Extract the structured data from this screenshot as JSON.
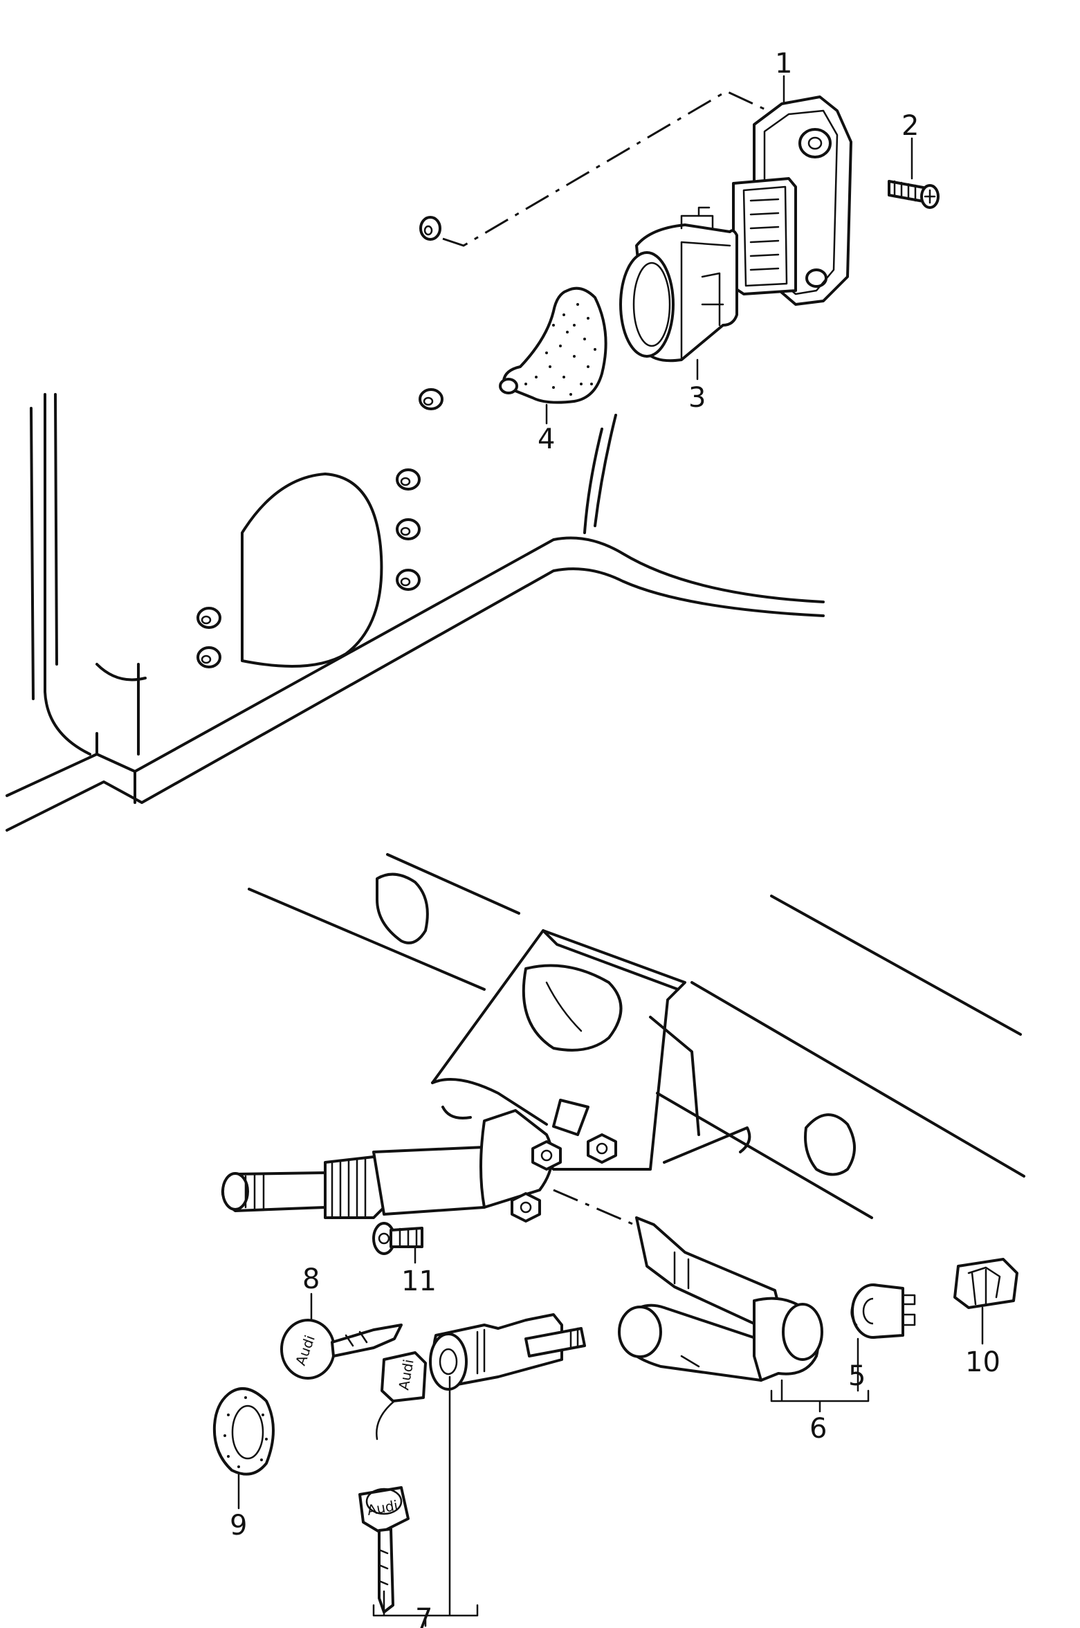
{
  "callouts": [
    {
      "id": "1",
      "label": "1"
    },
    {
      "id": "2",
      "label": "2"
    },
    {
      "id": "3",
      "label": "3"
    },
    {
      "id": "4",
      "label": "4"
    },
    {
      "id": "5",
      "label": "5"
    },
    {
      "id": "6",
      "label": "6"
    },
    {
      "id": "7",
      "label": "7"
    },
    {
      "id": "8",
      "label": "8"
    },
    {
      "id": "9",
      "label": "9"
    },
    {
      "id": "10",
      "label": "10"
    },
    {
      "id": "11",
      "label": "11"
    }
  ],
  "key_brand": "Audi",
  "colors": {
    "ink": "#111111",
    "paper": "#ffffff"
  }
}
